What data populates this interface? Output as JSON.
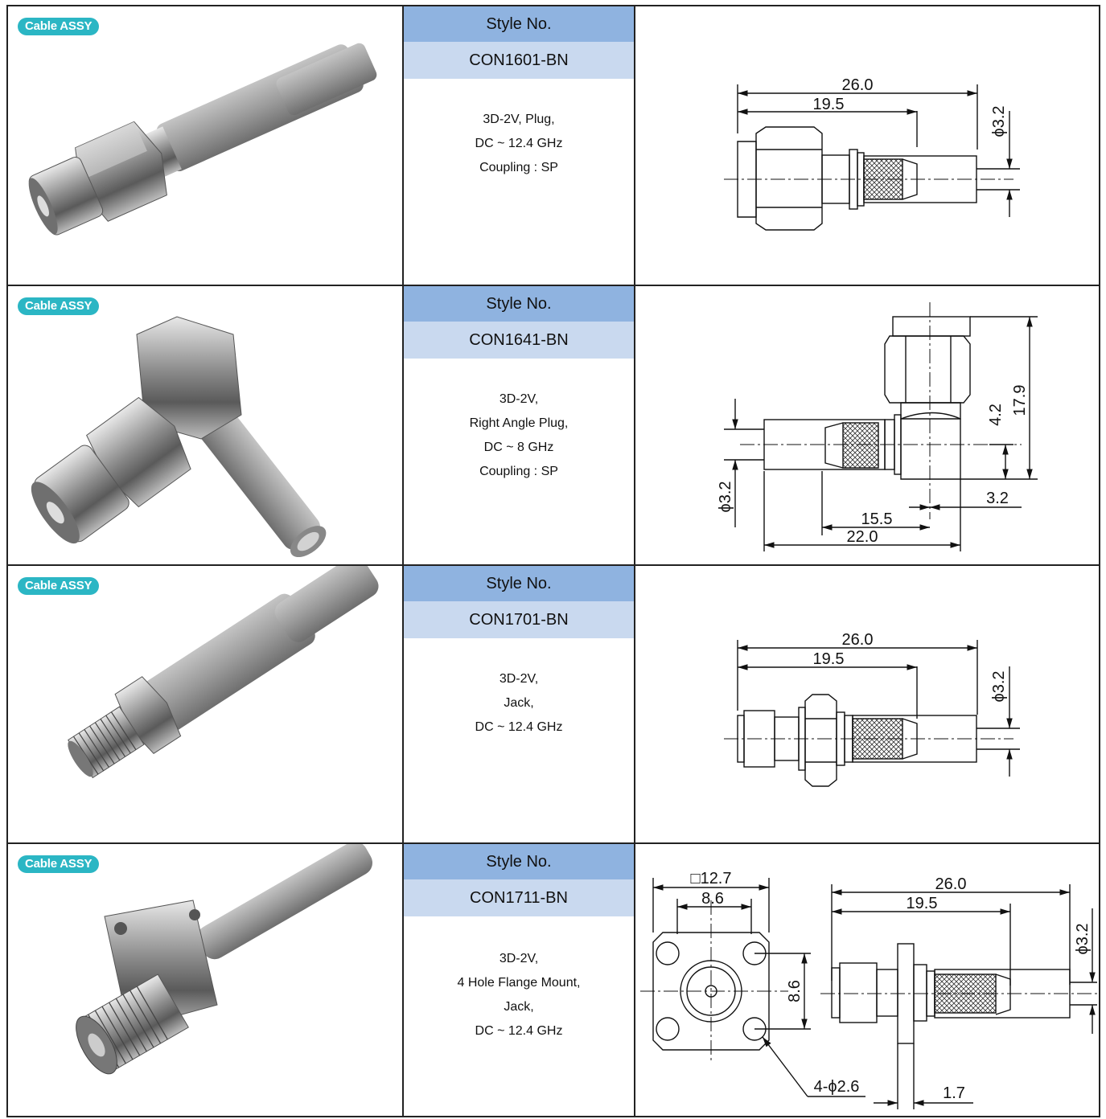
{
  "badge_label": "Cable ASSY",
  "style_header": "Style No.",
  "products": [
    {
      "style_no": "CON1601-BN",
      "description": [
        "3D-2V, Plug,",
        "DC ~ 12.4 GHz",
        "Coupling : SP"
      ],
      "dims": [
        "26.0",
        "19.5",
        "ϕ3.2"
      ]
    },
    {
      "style_no": "CON1641-BN",
      "description": [
        "3D-2V,",
        "Right Angle Plug,",
        "DC ~ 8 GHz",
        "Coupling : SP"
      ],
      "dims": [
        "17.9",
        "4.2",
        "ϕ3.2",
        "3.2",
        "15.5",
        "22.0"
      ]
    },
    {
      "style_no": "CON1701-BN",
      "description": [
        "3D-2V,",
        "Jack,",
        "DC ~ 12.4 GHz"
      ],
      "dims": [
        "26.0",
        "19.5",
        "ϕ3.2"
      ]
    },
    {
      "style_no": "CON1711-BN",
      "description": [
        "3D-2V,",
        "4 Hole Flange Mount,",
        "Jack,",
        "DC ~ 12.4 GHz"
      ],
      "dims": [
        "□12.7",
        "8.6",
        "8.6",
        "4-ϕ2.6",
        "26.0",
        "19.5",
        "ϕ3.2",
        "1.7"
      ]
    }
  ],
  "colors": {
    "badge": "#2bb6c4",
    "header": "#8fb3e0",
    "style_band": "#c9d9ef",
    "line": "#222222"
  }
}
